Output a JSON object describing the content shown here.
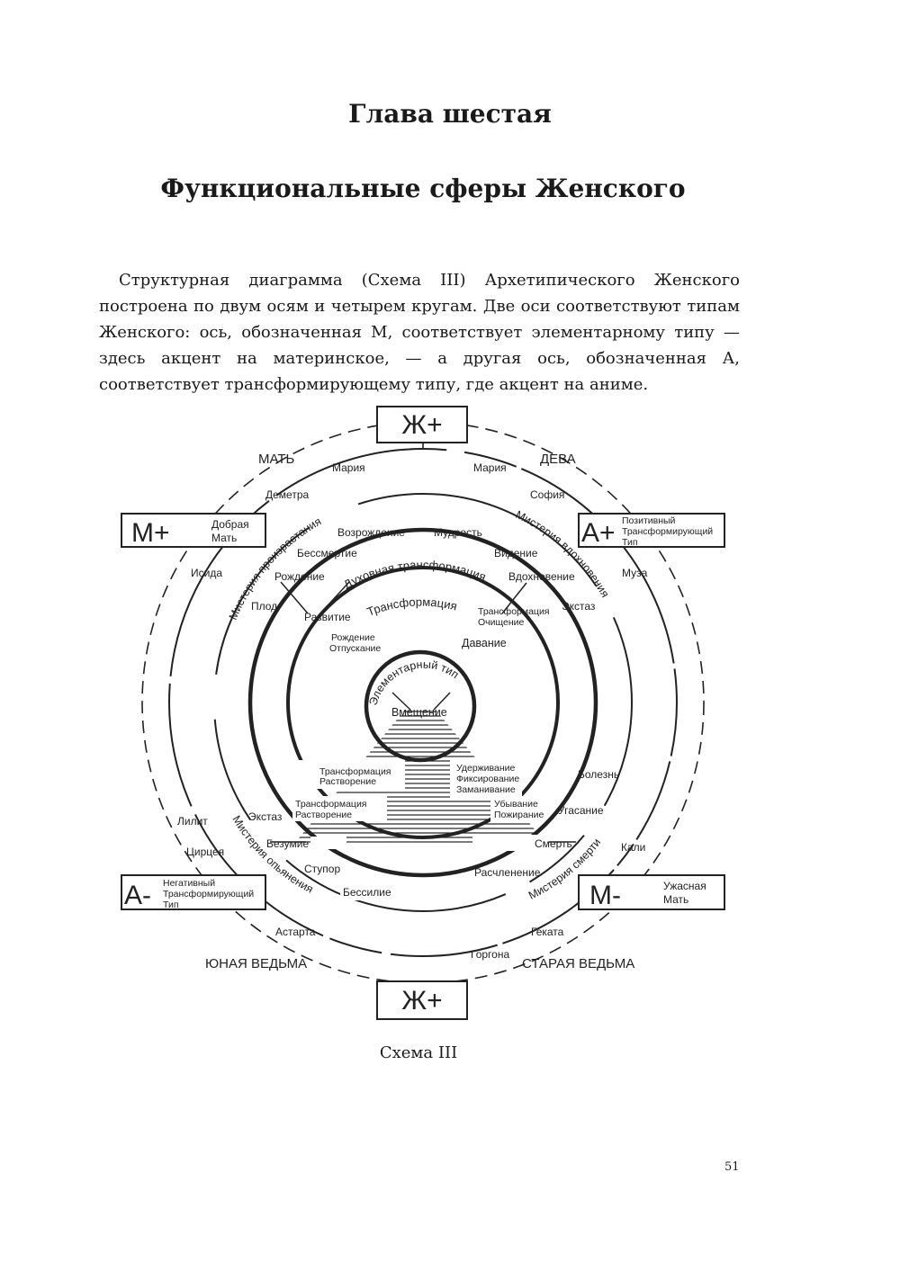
{
  "chapter": {
    "title": "Глава шестая",
    "subtitle": "Функциональные сферы Женского",
    "intro": "Структурная диаграмма (Схема III) Архетипического Женского построена по двум осям и четырем кругам. Две оси соответствуют типам Женского: ось, обозначенная М, соответствует элементарному типу — здесь акцент на материнское, — а другая ось, обозначенная А, соответствует трансформирующему типу, где акцент на аниме."
  },
  "diagram": {
    "boxes": {
      "top": "Ж+",
      "bottom": "Ж+",
      "m_plus": {
        "symbol": "М+",
        "lines": [
          "Добрая",
          "Мать"
        ]
      },
      "a_plus": {
        "symbol": "А+",
        "lines": [
          "Позитивный",
          "Трансформирующий",
          "Тип"
        ]
      },
      "a_minus": {
        "symbol": "А-",
        "lines": [
          "Негативный",
          "Трансформирующий",
          "Тип"
        ]
      },
      "m_minus": {
        "symbol": "М-",
        "lines": [
          "Ужасная",
          "Мать"
        ]
      }
    },
    "quadrants": {
      "mother": "МАТЬ",
      "virgin": "ДЕВА",
      "young_witch": "ЮНАЯ ВЕДЬМА",
      "old_witch": "СТАРАЯ ВЕДЬМА"
    },
    "outer_ring": {
      "maria_left": "Мария",
      "maria_right": "Мария",
      "demeter": "Деметра",
      "sophia": "София",
      "isis": "Исида",
      "muse": "Муза",
      "lilith": "Лилит",
      "circe": "Цирцея",
      "kali": "Кали",
      "illness": "Болезнь",
      "astarte": "Астарта",
      "hecate": "Геката",
      "gorgon": "Горгона"
    },
    "middle_ring": {
      "rebirth": "Возрождение",
      "wisdom": "Мудрость",
      "immortality": "Бессмертие",
      "vision": "Видение",
      "birth": "Рождение",
      "inspiration": "Вдохновение",
      "fruit": "Плод",
      "development": "Развитие",
      "ecstasy_right": "Экстаз",
      "extinction": "Угасание",
      "ecstasy_left": "Экстаз",
      "madness": "Безумие",
      "death": "Смерть",
      "stupor": "Ступор",
      "dismemberment": "Расчленение",
      "impotence": "Бессилие",
      "mystery_growth": "Мистерия произрастания",
      "mystery_inspiration": "Мистерия вдохновения",
      "mystery_intoxication": "Мистерия опьянения",
      "mystery_death": "Мистерия смерти"
    },
    "inner_ring": {
      "spiritual_transformation": "Духовная трансформация",
      "transformation": "Трансформация",
      "birth_release": [
        "Рождение",
        "Отпускание"
      ],
      "giving": "Давание",
      "transform_cleanse": [
        "Трансформация",
        "Очищение"
      ],
      "elementary_type": "Элементарный тип",
      "containing": "Вмещение",
      "transform_dissolve_inner": [
        "Трансформация",
        "Растворение"
      ],
      "holding": [
        "Удерживание",
        "Фиксирование",
        "Заманивание"
      ],
      "transform_dissolve_outer": [
        "Трансформация",
        "Растворение"
      ],
      "decline": [
        "Убывание",
        "Пожирание"
      ]
    }
  },
  "caption": "Схема III",
  "page_number": "51"
}
